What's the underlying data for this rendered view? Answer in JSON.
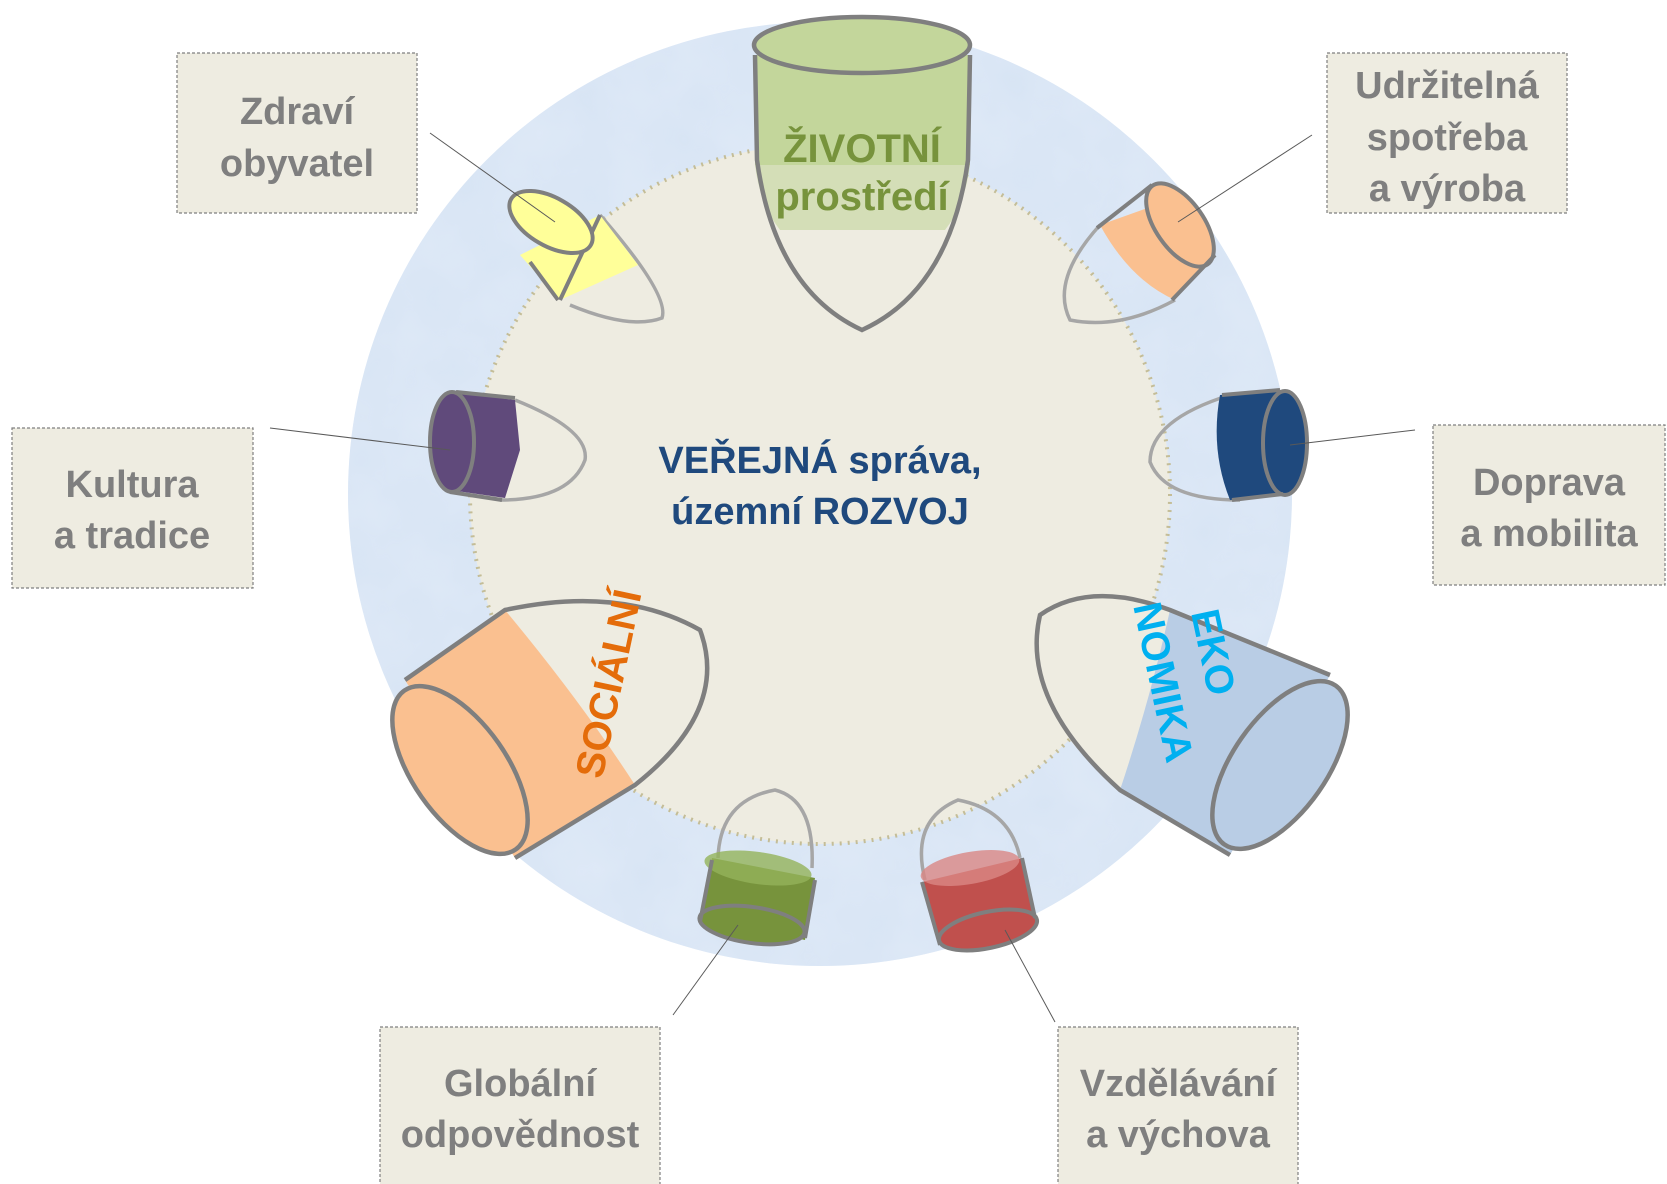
{
  "center": {
    "line1": "VEŘEJNÁ správa,",
    "line2": "územní ROZVOJ"
  },
  "pillars": {
    "environment": {
      "line1": "ŽIVOTNÍ",
      "line2": "prostředí",
      "color": "#77933c",
      "fill": "#c3d69b"
    },
    "social": {
      "label": "SOCIÁLNÍ",
      "color": "#e46c0a",
      "fill": "#fac090"
    },
    "economy": {
      "line1": "EKO",
      "line2": "NOMIKA",
      "color": "#00b0f0",
      "fill": "#b9cde5"
    }
  },
  "topics": [
    {
      "id": "zdravi",
      "line1": "Zdraví",
      "line2": "obyvatel",
      "line3": "",
      "color": "#ffff99"
    },
    {
      "id": "spotreba",
      "line1": "Udržitelná",
      "line2": "spotřeba",
      "line3": "a výroba",
      "color": "#fac090"
    },
    {
      "id": "kultura",
      "line1": "Kultura",
      "line2": "a tradice",
      "line3": "",
      "color": "#604a7b"
    },
    {
      "id": "doprava",
      "line1": "Doprava",
      "line2": "a mobilita",
      "line3": "",
      "color": "#1f497d"
    },
    {
      "id": "globalni",
      "line1": "Globální",
      "line2": "odpovědnost",
      "line3": "",
      "color": "#77933c"
    },
    {
      "id": "vzdelavani",
      "line1": "Vzdělávání",
      "line2": "a výchova",
      "line3": "",
      "color": "#c0504d"
    }
  ],
  "colors": {
    "outer_ring": "#c6d9f1",
    "inner_disc": "#eeece1",
    "label_text": "#7f7f7f",
    "center_text": "#1f497d"
  }
}
